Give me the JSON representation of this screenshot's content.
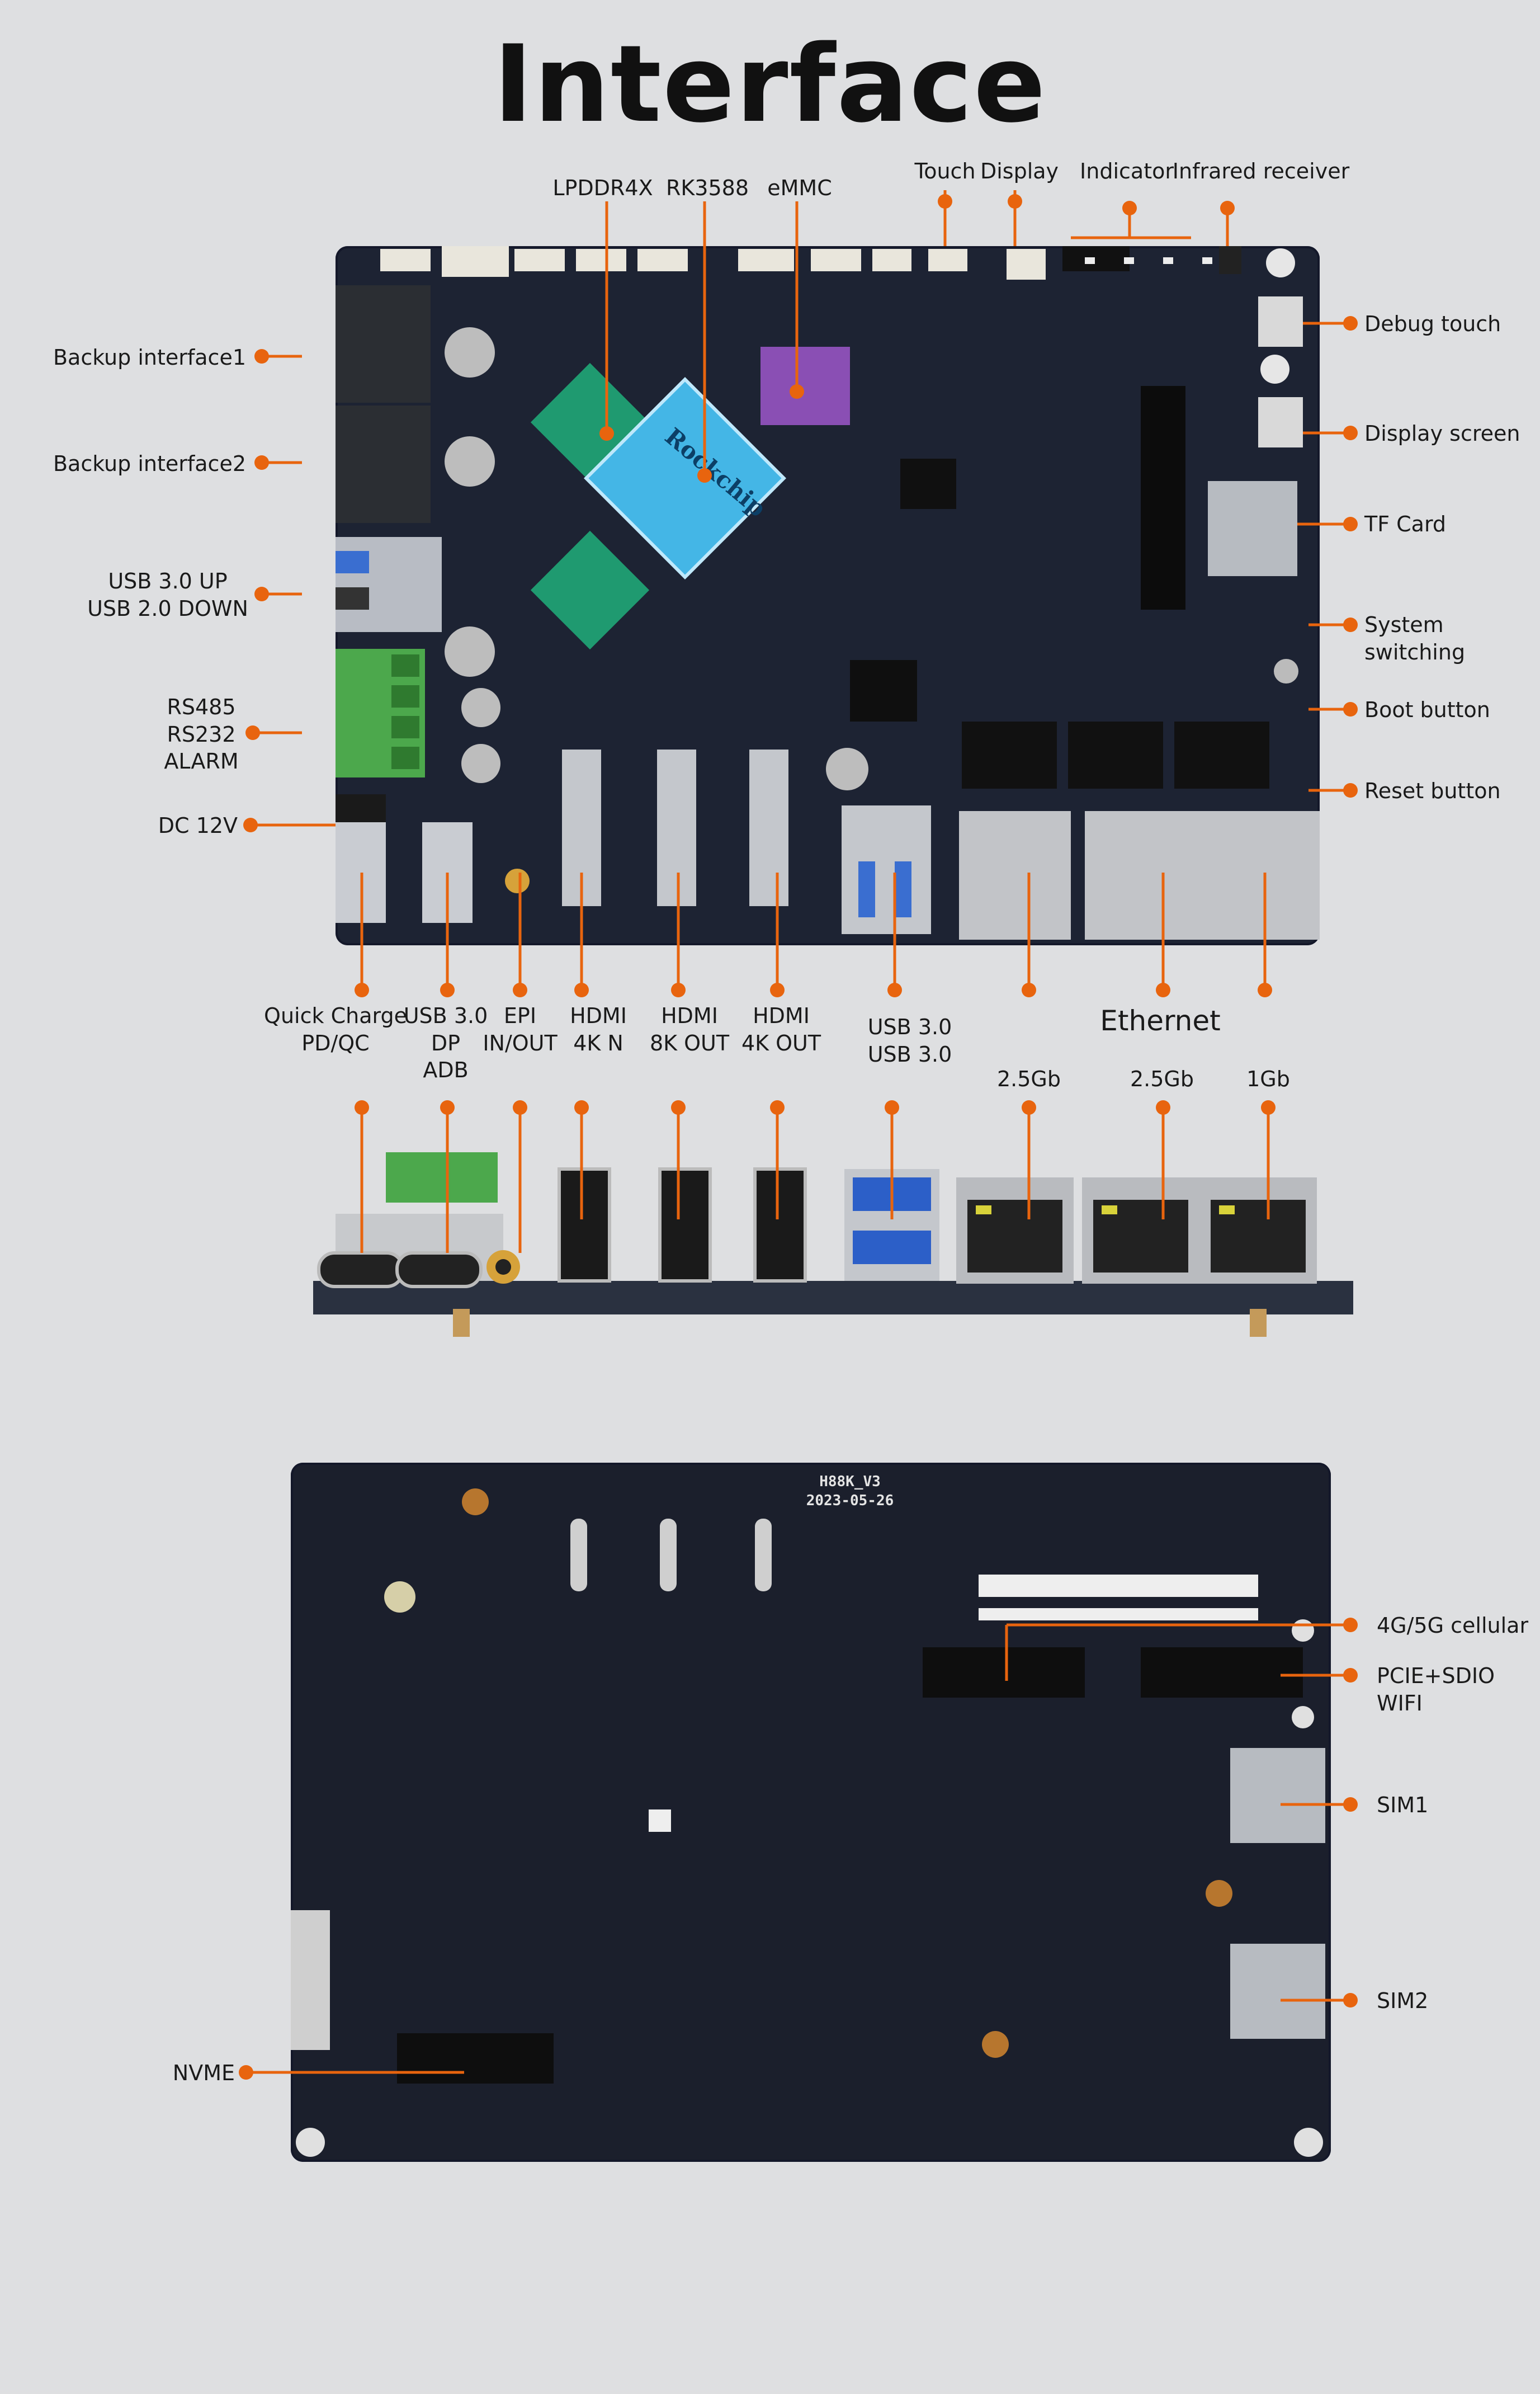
{
  "title": "Interface",
  "top_view": {
    "labels_top": {
      "lpddr4x": "LPDDR4X",
      "rk3588": "RK3588",
      "emmc": "eMMC",
      "touch": "Touch",
      "display": "Display",
      "indicator": "Indicator",
      "infrared": "Infrared receiver"
    },
    "labels_left": {
      "backup1": "Backup interface1",
      "backup2": "Backup interface2",
      "usb_updown": "USB 3.0 UP\nUSB 2.0 DOWN",
      "serial": "RS485\nRS232\nALARM",
      "dc": "DC 12V"
    },
    "labels_right": {
      "debug_touch": "Debug touch",
      "display_screen": "Display screen",
      "tf_card": "TF Card",
      "system_switching": "System switching",
      "boot_button": "Boot button",
      "reset_button": "Reset button"
    },
    "labels_bottom": {
      "quick_charge": "Quick Charge\nPD/QC",
      "usb_dp_adb": "USB 3.0\nDP\nADB",
      "epi": "EPI\nIN/OUT",
      "hdmi_4kn": "HDMI\n4K N",
      "hdmi_8kout": "HDMI\n8K OUT",
      "hdmi_4kout": "HDMI\n4K OUT",
      "usb30": "USB 3.0\nUSB 3.0",
      "ethernet": "Ethernet"
    },
    "chip_marking": "Rockchip"
  },
  "side_view": {
    "eth1": "2.5Gb",
    "eth2": "2.5Gb",
    "eth3": "1Gb"
  },
  "bottom_view": {
    "board_marking": "H88K_V3\n2023-05-26",
    "cellular": "4G/5G cellular",
    "pcie_wifi": "PCIE+SDIO WIFI",
    "sim1": "SIM1",
    "sim2": "SIM2",
    "nvme": "NVME"
  },
  "colors": {
    "accent": "#e8640e",
    "board": "#1d2333",
    "background": "#dedfe1",
    "ram": "#1f9a70",
    "soc": "#44b6e6",
    "emmc": "#8a4fb4",
    "terminal": "#4ca84c"
  }
}
